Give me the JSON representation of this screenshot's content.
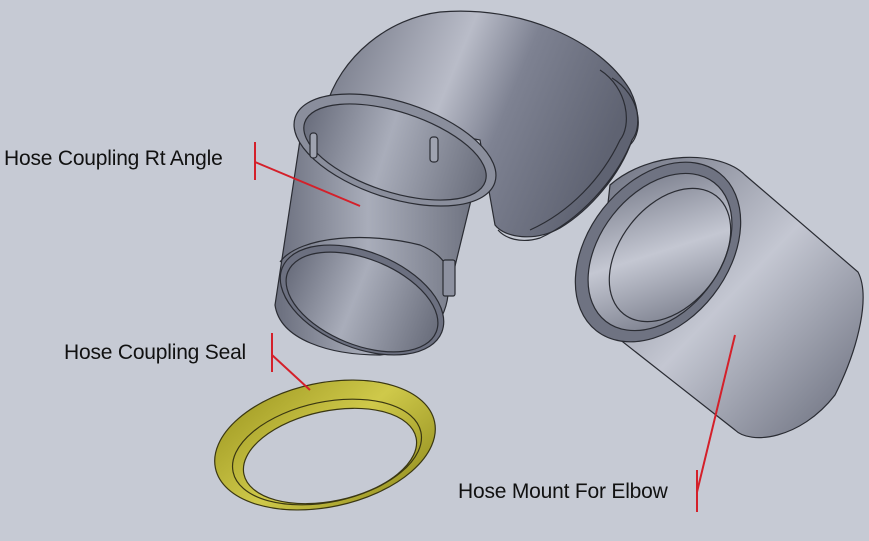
{
  "diagram": {
    "background": "#c6cad4",
    "part_color": "#7b7f8e",
    "seal_color": "#b3ad2a",
    "leader_color": "#d4202a",
    "labels": [
      {
        "id": "rt-angle",
        "text": "Hose Coupling Rt Angle"
      },
      {
        "id": "seal",
        "text": "Hose Coupling Seal"
      },
      {
        "id": "mount",
        "text": "Hose Mount For Elbow"
      }
    ]
  }
}
